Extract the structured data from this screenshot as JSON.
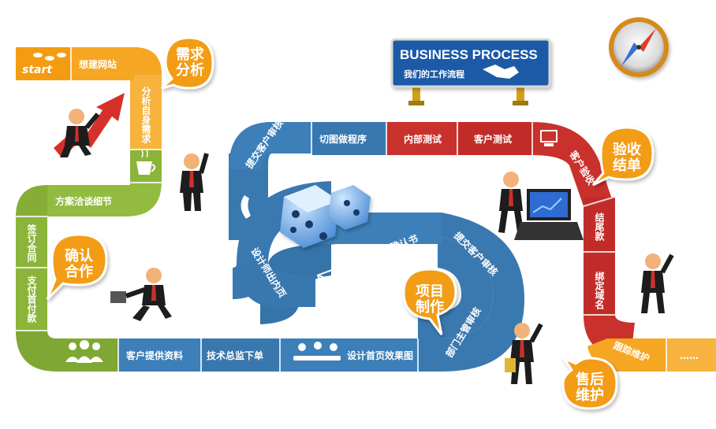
{
  "sign": {
    "title": "BUSINESS PROCESS",
    "subtitle": "我们的工作流程"
  },
  "start_label": "start",
  "steps": {
    "s1": "想建网站",
    "s2": "分析自身需求",
    "s3": "方案洽谈细节",
    "s4": "签订合同",
    "s5": "支付首付款",
    "s6": "客户提供资料",
    "s7": "技术总监下单",
    "s8": "设计首页效果图",
    "s9": "部门主管审核",
    "s10": "提交客户审核",
    "s11": "签订首页确认书",
    "s12": "设计师出内页",
    "s13": "提交客户审核",
    "s14": "切图做程序",
    "s15": "内部测试",
    "s16": "客户测试",
    "s17": "客户验收",
    "s18": "结尾款",
    "s19": "绑定域名",
    "s20": "跟踪维护",
    "s21": "……"
  },
  "bubbles": {
    "b1": "需求分析",
    "b2": "确认合作",
    "b3": "项目制作",
    "b4": "验收结单",
    "b5": "售后维护"
  },
  "colors": {
    "orange": "#f5a623",
    "green": "#8bb43a",
    "blue": "#3a79b0",
    "red": "#c9312d",
    "bubble": "#f39c12",
    "sign": "#1e5aa8"
  }
}
